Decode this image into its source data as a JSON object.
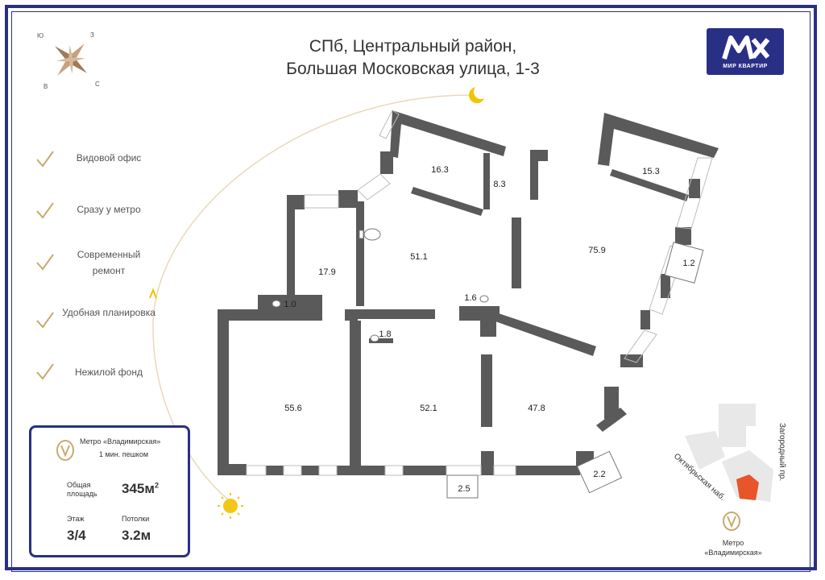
{
  "title": {
    "line1": "СПб, Центральный район,",
    "line2": "Большая Московская улица, 1-3"
  },
  "logo": {
    "text": "МИР КВАРТИР"
  },
  "compass": {
    "n": "Ю",
    "e": "З",
    "s": "С",
    "w": "В"
  },
  "features": [
    {
      "label": "Видовой офис"
    },
    {
      "label": "Сразу у метро"
    },
    {
      "label": "Современный ремонт"
    },
    {
      "label": "Удобная планировка"
    },
    {
      "label": "Нежилой фонд"
    }
  ],
  "card": {
    "metro_label": "Метро «Владимирская»",
    "metro_walk": "1 мин. пешком",
    "area_label_1": "Общая",
    "area_label_2": "площадь",
    "area_value": "345м",
    "area_unit_sup": "2",
    "floor_label": "Этаж",
    "floor_value": "3/4",
    "ceiling_label": "Потолки",
    "ceiling_value": "3.2м"
  },
  "rooms": [
    {
      "label": "16.3"
    },
    {
      "label": "8.3"
    },
    {
      "label": "15.3"
    },
    {
      "label": "51.1"
    },
    {
      "label": "17.9"
    },
    {
      "label": "75.9"
    },
    {
      "label": "1.2"
    },
    {
      "label": "1.0"
    },
    {
      "label": "1.6"
    },
    {
      "label": "1.8"
    },
    {
      "label": "55.6"
    },
    {
      "label": "52.1"
    },
    {
      "label": "47.8"
    },
    {
      "label": "2.5"
    },
    {
      "label": "2.2"
    }
  ],
  "map": {
    "street1": "Загородный пр.",
    "street2": "Октябрьская наб.",
    "metro_line1": "Метро",
    "metro_line2": "«Владимирская»",
    "highlight_color": "#e8552a"
  },
  "colors": {
    "brand": "#2a2f86",
    "accent": "#c9a96e",
    "wall": "#5a5a5a"
  }
}
